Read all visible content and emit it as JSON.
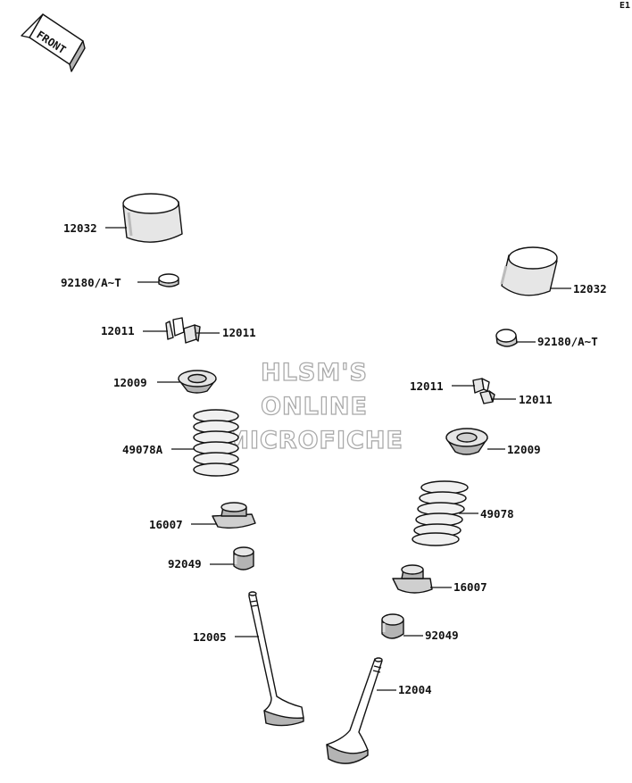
{
  "corner_code": "E1",
  "front_arrow": {
    "label": "FRONT"
  },
  "watermark": [
    "HLSM'S",
    "ONLINE",
    "MICROFICHE"
  ],
  "callouts": {
    "tappet_left": "12032",
    "shim_left": "92180/A~T",
    "keeper_left_a": "12011",
    "keeper_left_b": "12011",
    "retainer_left": "12009",
    "spring_left": "49078A",
    "seat_left": "16007",
    "seal_left": "92049",
    "valve_exhaust": "12005",
    "tappet_right": "12032",
    "shim_right": "92180/A~T",
    "keeper_right_a": "12011",
    "keeper_right_b": "12011",
    "retainer_right": "12009",
    "spring_right": "49078",
    "seat_right": "16007",
    "seal_right": "92049",
    "valve_intake": "12004"
  }
}
